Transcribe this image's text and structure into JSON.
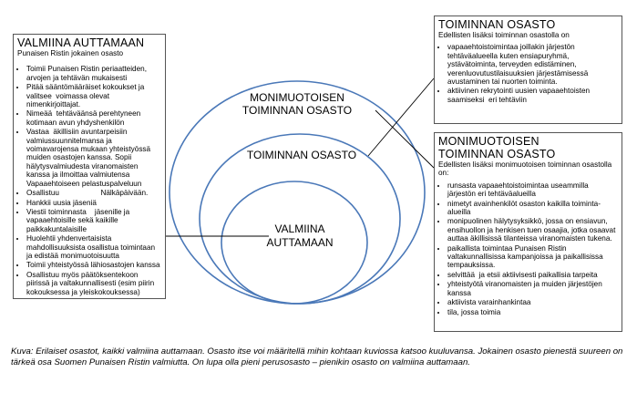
{
  "left_box": {
    "title": "VALMIINA AUTTAMAAN",
    "subtitle": "Punaisen Ristin  jokainen osasto",
    "items": [
      "Toimii Punaisen Ristin periaatteiden, arvojen ja tehtävän mukaisesti",
      "Pitää sääntömääräiset kokoukset ja valitsee  voimassa olevat nimenkirjoittajat.",
      "Nimeää  tehtäväänsä perehtyneen kotimaan avun yhdyshenkilön",
      "Vastaa  äkillisiin avuntarpeisiin valmiussuunnitelmansa ja voimavarojensa mukaan yhteistyössä muiden osastojen kanssa. Sopii hälytysvalmiudesta viranomaisten kanssa ja ilmoittaa valmiutensa Vapaaehtoiseen pelastuspalveluun",
      "Osallistuu                    Nälkäpäivään.",
      "Hankkii uusia jäseniä",
      "Viestii toiminnasta    jäsenille ja vapaaehtoisille sekä kaikille paikkakuntalaisille",
      "Huolehtii yhdenvertaisista mahdollisuuksista osallistua toimintaan ja edistää monimuotoisuutta",
      "Toimii yhteistyössä lähiosastojen kanssa",
      "Osallistuu myös päätöksentekoon piirissä ja valtakunnallisesti (esim piirin kokouksessa ja yleiskokouksessa)"
    ]
  },
  "top_right_box": {
    "title": "TOIMINNAN OSASTO",
    "subtitle": "Edellisten lisäksi toiminnan osastolla on",
    "items": [
      "vapaaehtoistoimintaa joillakin järjestön tehtäväalueella kuten ensiapuryhmä, ystävätoiminta, terveyden edistäminen, verenluovutustilaisuuksien järjestämisessä avustaminen tai nuorten toiminta.",
      "aktiivinen rekrytointi uusien vapaaehtoisten saamiseksi  eri tehtäviin"
    ]
  },
  "bottom_right_box": {
    "title_line1": "MONIMUOTOISEN",
    "title_line2": "TOIMINNAN OSASTO",
    "subtitle": "Edellisten lisäksi  monimuotoisen toiminnan osastolla on:",
    "items": [
      "runsasta vapaaehtoistoimintaa useammilla järjestön eri tehtäväalueilla",
      "nimetyt avainhenkilöt osaston kaikilla toiminta-alueilla",
      "monipuolinen hälytysyksikkö, jossa on ensiavun, ensihuollon ja henkisen tuen osaajia, jotka osaavat auttaa äkillisissä tilanteissa viranomaisten tukena.",
      "paikallista toimintaa Punaisen Ristin valtakunnallisissa kampanjoissa ja paikallisissa tempauksissa.",
      "selvittää  ja etsii aktiivisesti paikallisia tarpeita",
      "yhteistyötä viranomaisten ja muiden järjestöjen kanssa",
      "aktiivista varainhankintaa",
      "tila, jossa toimia"
    ]
  },
  "circles": {
    "outer_line1": "MONIMUOTOISEN",
    "outer_line2": "TOIMINNAN OSASTO",
    "middle": "TOIMINNAN OSASTO",
    "inner_line1": "VALMIINA",
    "inner_line2": "AUTTAMAAN",
    "stroke_color": "#4a78b8"
  },
  "caption": "Kuva: Erilaiset osastot, kaikki valmiina auttamaan. Osasto itse voi määritellä mihin kohtaan kuviossa katsoo kuuluvansa. Jokainen osasto pienestä suureen on tärkeä osa Suomen Punaisen Ristin valmiutta. On lupa olla pieni perusosasto – pienikin osasto on valmiina auttamaan."
}
